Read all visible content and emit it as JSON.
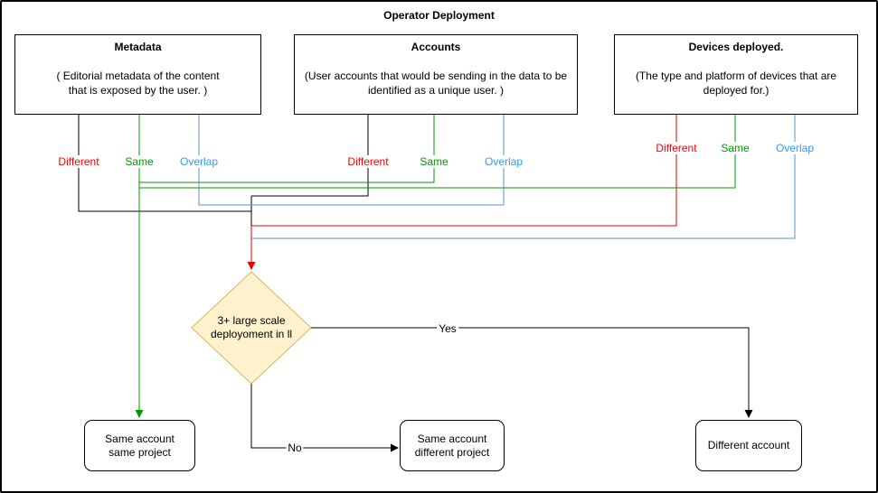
{
  "title": "Operator Deployment",
  "nodes": {
    "metadata": {
      "title": "Metadata",
      "lines": [
        "( Editorial metadata of the content",
        "that is exposed by the user. )"
      ]
    },
    "accounts": {
      "title": "Accounts",
      "lines": [
        "(User accounts that would be sending in the data to be",
        "identified as a unique user. )"
      ]
    },
    "devices": {
      "title": "Devices deployed.",
      "lines": [
        "(The type and platform of devices that are",
        "deployed for.)"
      ]
    }
  },
  "branch_labels": {
    "different": "Different",
    "same": "Same",
    "overlap": "Overlap"
  },
  "decision": {
    "lines": [
      "3+ large scale",
      "deployoment in ll"
    ]
  },
  "edge_labels": {
    "yes": "Yes",
    "no": "No"
  },
  "outcomes": {
    "same_account_same_project": {
      "lines": [
        "Same account",
        "same project"
      ]
    },
    "same_account_different_project": {
      "lines": [
        "Same account",
        "different project"
      ]
    },
    "different_account": {
      "lines": [
        "Different account"
      ]
    }
  },
  "colors": {
    "different": "#FF0000",
    "same": "#009900",
    "overlap": "#3399FF",
    "line_black": "#000000",
    "decision_fill": "#FFF2CC",
    "decision_border": "#D6B656"
  }
}
